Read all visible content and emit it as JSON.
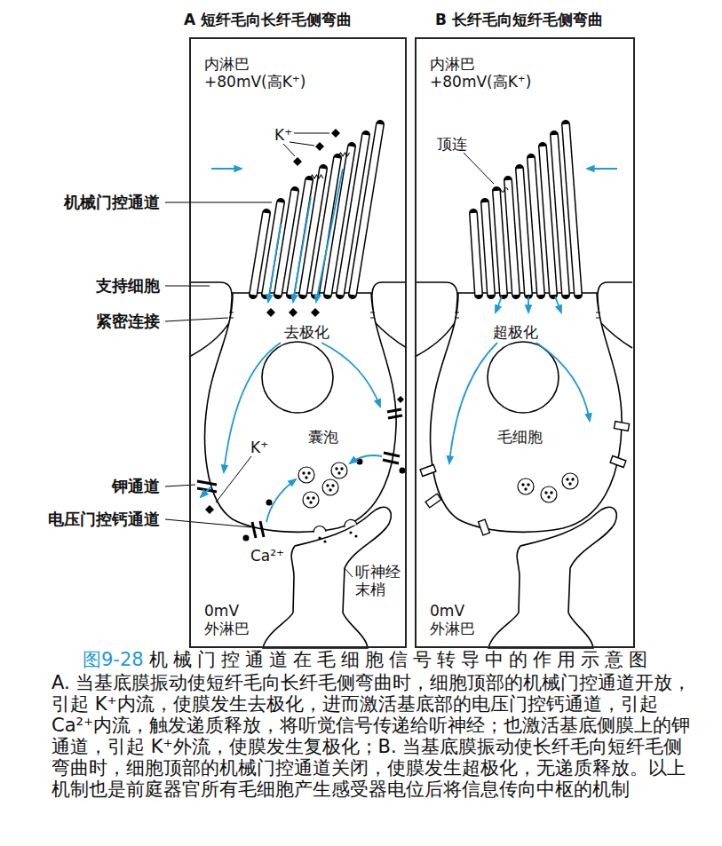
{
  "diagram": {
    "caption": "机械门控通道在毛细胞信号转导中的作用示意图",
    "nodes": [
      {
        "text": [
          "A 短纤毛向长纤毛侧弯曲",
          "内淋巴 +80mV(高K⁺)",
          "K⁺",
          "去极化",
          "K⁺",
          "囊泡",
          "Ca²⁺",
          "听神经末梢",
          "0mV 外淋巴"
        ]
      },
      {
        "text": [
          "B 长纤毛向短纤毛侧弯曲",
          "内淋巴 +80mV(高K⁺)",
          "顶连",
          "超极化",
          "毛细胞",
          "0mV 外淋巴"
        ]
      }
    ],
    "labels": [
      "机械门控通道",
      "支持细胞",
      "紧密连接",
      "钾通道",
      "电压门控钙通道",
      "图9-28",
      "A. 当基底膜振动使短纤毛向长纤毛侧弯曲时，细胞顶部的机械门控通道开放，引起 K⁺内流，使膜发生去极化，进而激活基底部的电压门控钙通道，引起 Ca²⁺内流，触发递质释放，将听觉信号传递给听神经；也激活基底侧膜上的钾通道，引起 K⁺外流，使膜发生复极化；B. 当基底膜振动使长纤毛向短纤毛侧弯曲时，细胞顶部的机械门控通道关闭，使膜发生超极化，无递质释放。以上机制也是前庭器官所有毛细胞产生感受器电位后将信息传向中枢的机制"
    ]
  }
}
